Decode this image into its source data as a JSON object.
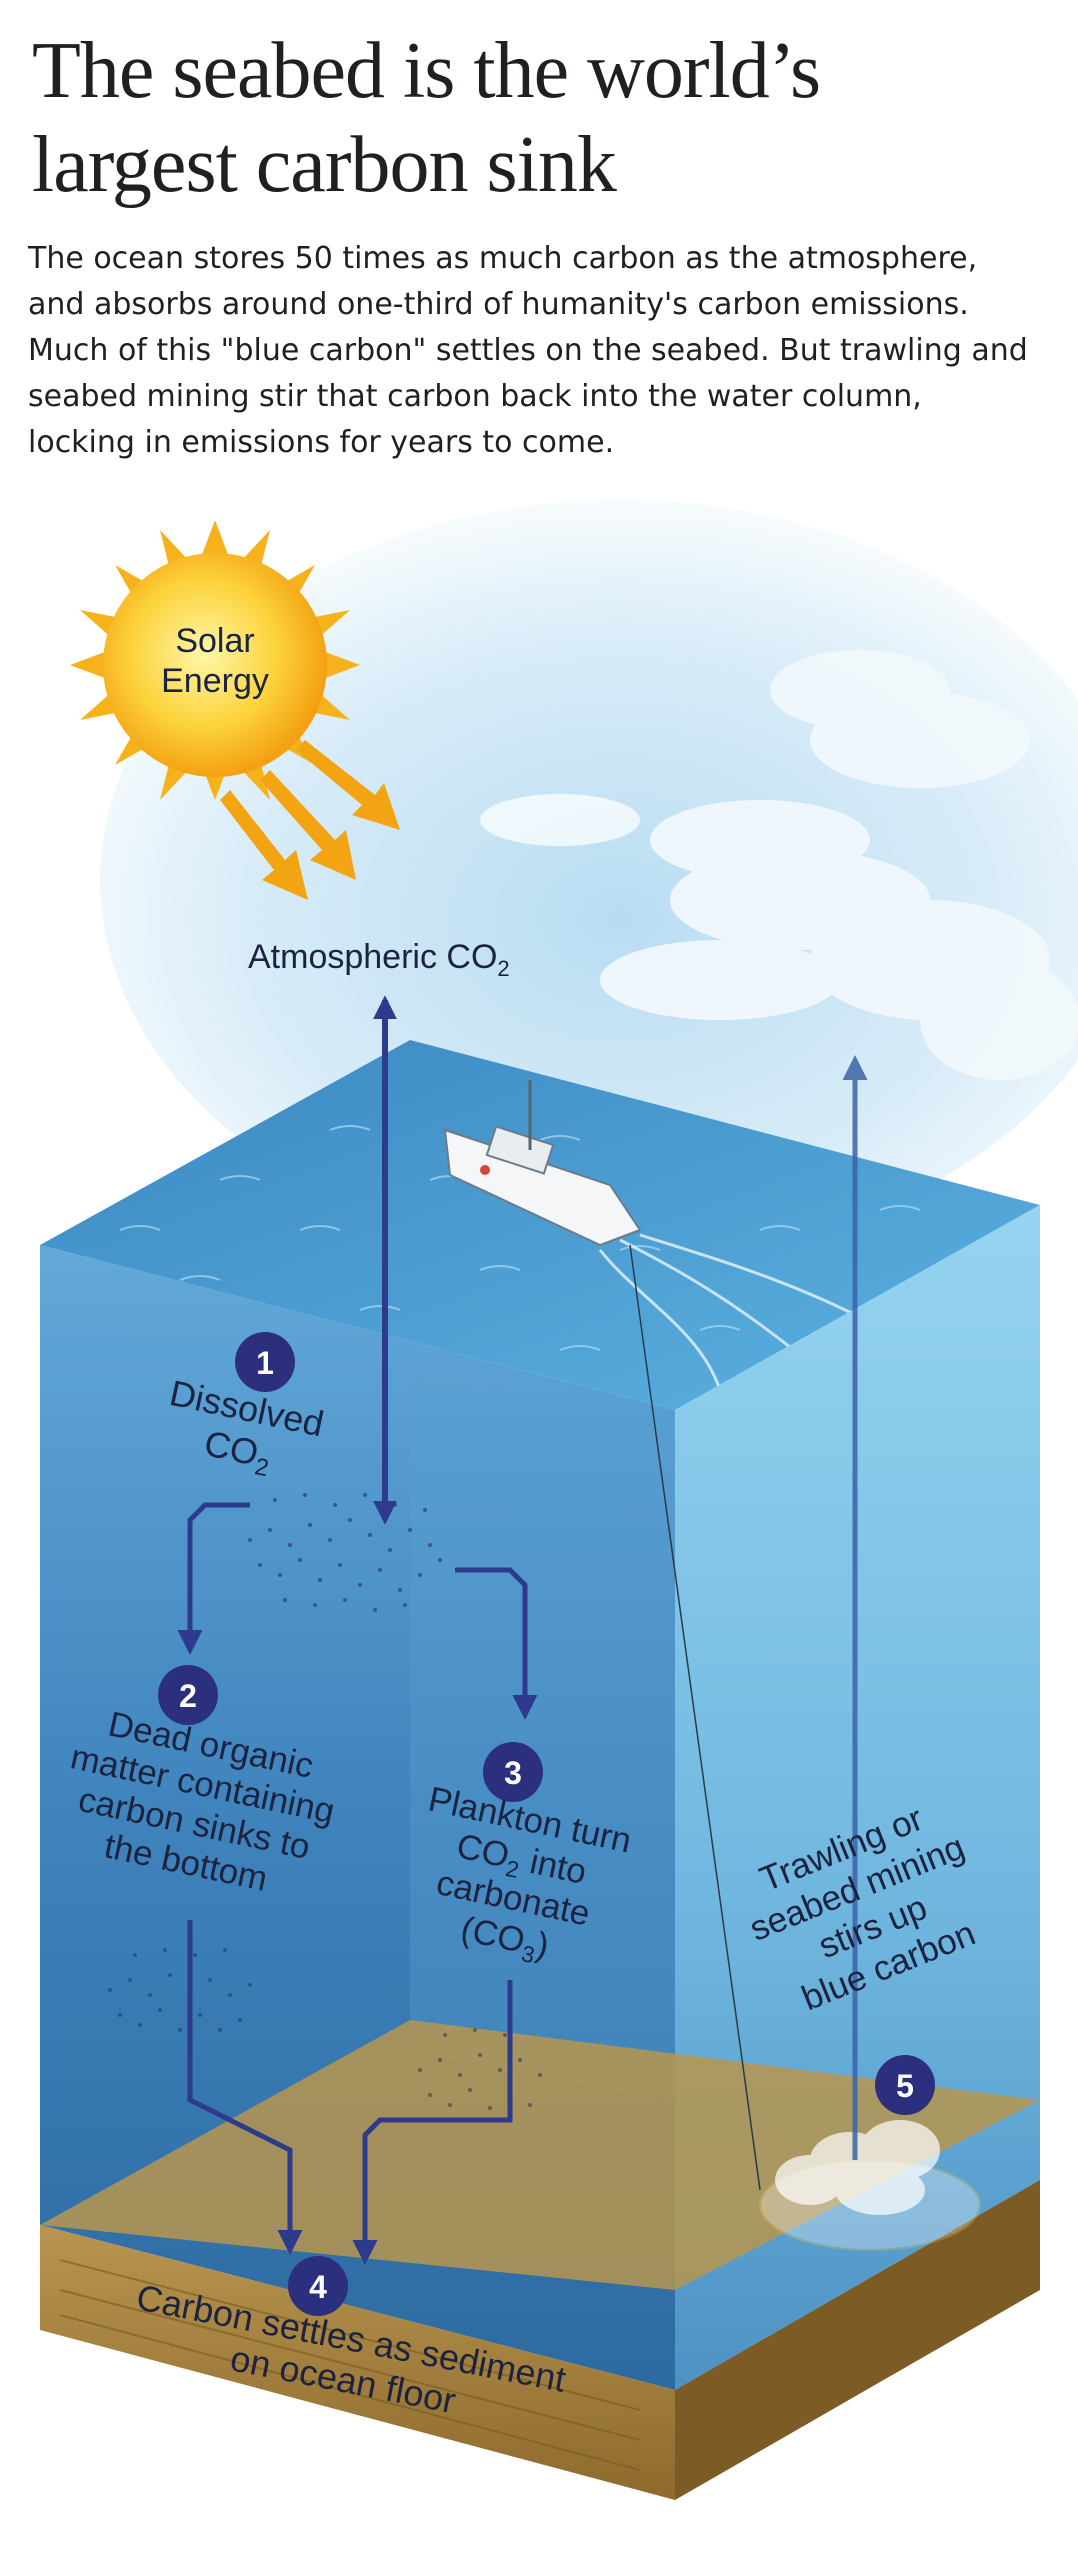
{
  "header": {
    "title_line1": "The seabed is the world’s",
    "title_line2": "largest carbon sink",
    "intro": "The ocean stores 50 times as much carbon as the atmosphere, and absorbs around one-third of humanity's carbon emissions. Much of this \"blue carbon\" settles on the seabed. But trawling and seabed mining stir that carbon back into the water column, locking in emissions for years to come."
  },
  "diagram": {
    "sun_label": [
      "Solar",
      "Energy"
    ],
    "atmospheric_label": "Atmospheric CO",
    "atmospheric_sub": "2",
    "steps": [
      {
        "number": "1",
        "lines": [
          "Dissolved",
          "CO"
        ],
        "sub": "2"
      },
      {
        "number": "2",
        "lines": [
          "Dead organic",
          "matter containing",
          "carbon sinks to",
          "the bottom"
        ]
      },
      {
        "number": "3",
        "lines": [
          "Plankton turn",
          "CO",
          "into",
          "carbonate",
          "(CO",
          ")"
        ],
        "subs": [
          "2",
          "3"
        ]
      },
      {
        "number": "4",
        "lines": [
          "Carbon settles as sediment",
          "on ocean floor"
        ]
      },
      {
        "number": "5",
        "lines": [
          "Trawling or",
          "seabed mining",
          "stirs up",
          "blue carbon"
        ]
      }
    ]
  },
  "colors": {
    "arrow": "#2e3a8c",
    "badge": "#2b2f7e",
    "water_front": "#4a8fc6",
    "water_right": "#7ec3e6",
    "sediment": "#a88445",
    "sun": "#f6b21a"
  }
}
